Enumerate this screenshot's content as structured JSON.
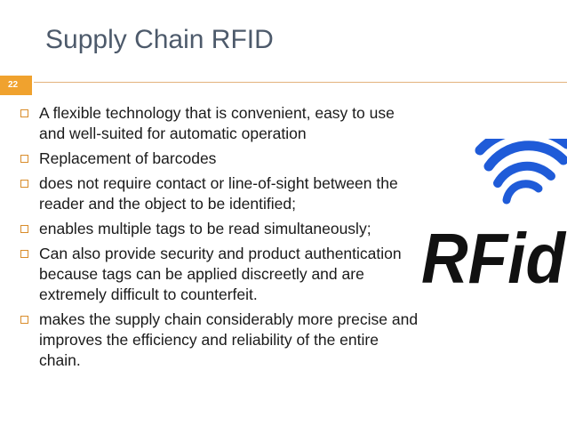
{
  "slide": {
    "title": "Supply Chain RFID",
    "number": "22"
  },
  "bullets": [
    "A flexible technology that is convenient, easy to use and well-suited for automatic operation",
    "Replacement of barcodes",
    "does not require contact or line-of-sight between the reader and the object to be identified;",
    "enables multiple tags to be read simultaneously;",
    "Can also provide security and product authentication because tags can be applied discreetly and are extremely difficult to counterfeit.",
    "makes the supply chain considerably more precise and improves the efficiency and reliability of the entire chain."
  ],
  "logo": {
    "text": "RFid",
    "wave_color": "#1f5bd8",
    "text_color": "#111111"
  },
  "colors": {
    "title": "#4d5a6b",
    "accent": "#f0a22e",
    "rule": "#e3b27d"
  }
}
